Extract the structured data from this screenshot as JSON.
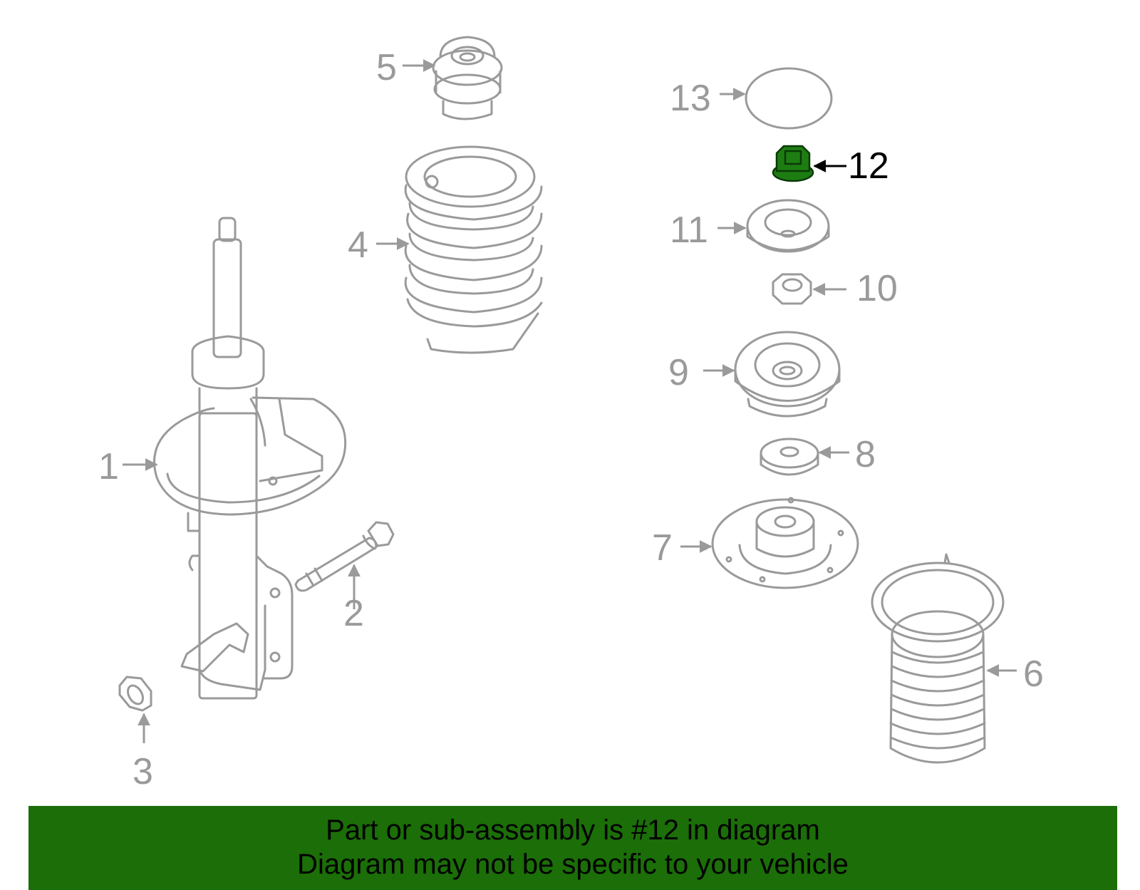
{
  "callouts": {
    "c1": "1",
    "c2": "2",
    "c3": "3",
    "c4": "4",
    "c5": "5",
    "c6": "6",
    "c7": "7",
    "c8": "8",
    "c9": "9",
    "c10": "10",
    "c11": "11",
    "c12": "12",
    "c13": "13"
  },
  "highlighted_part": "12",
  "colors": {
    "highlight": "#1e7d12",
    "banner": "#1b6e08",
    "line_art": "#9a9a9a"
  },
  "banner": {
    "line1": "Part or sub-assembly is #12 in diagram",
    "line2": "Diagram may not be specific to your vehicle"
  }
}
